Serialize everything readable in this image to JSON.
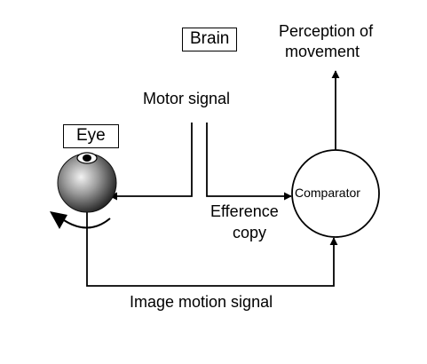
{
  "labels": {
    "brain": "Brain",
    "eye": "Eye",
    "motor_signal": "Motor signal",
    "perception_line1": "Perception of",
    "perception_line2": "movement",
    "comparator": "Comparator",
    "efference_line1": "Efference",
    "efference_line2": "copy",
    "image_motion": "Image motion signal"
  },
  "icons": {
    "eye": "eyeball-icon",
    "rotation": "rotation-arrow-icon"
  },
  "colors": {
    "line": "#000000",
    "eye_highlight": "#eeeeee",
    "eye_shadow": "#222222"
  }
}
